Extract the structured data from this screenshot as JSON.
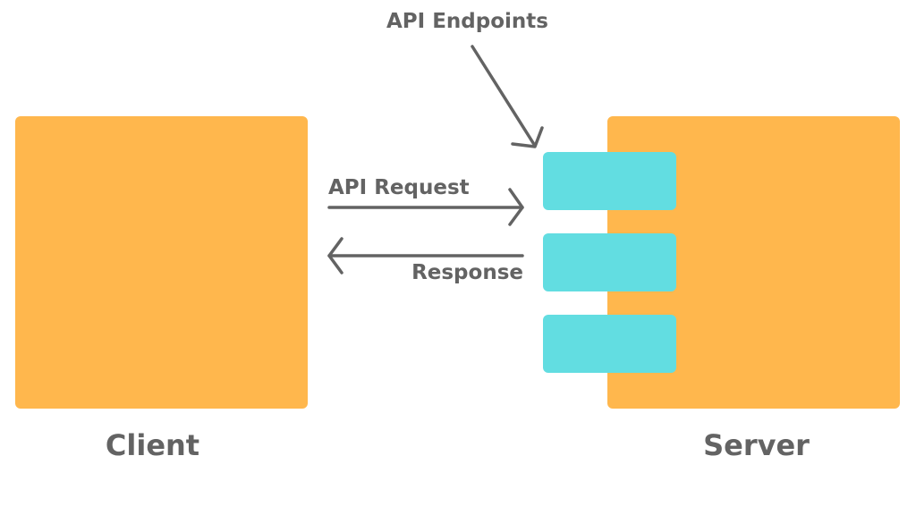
{
  "labels": {
    "endpoints": "API Endpoints",
    "request": "API Request",
    "response": "Response",
    "client": "Client",
    "server": "Server"
  },
  "colors": {
    "block": "#FFB74D",
    "endpoint": "#62DDE1",
    "text": "#636363",
    "arrow": "#636363"
  },
  "endpoint_count": 3
}
